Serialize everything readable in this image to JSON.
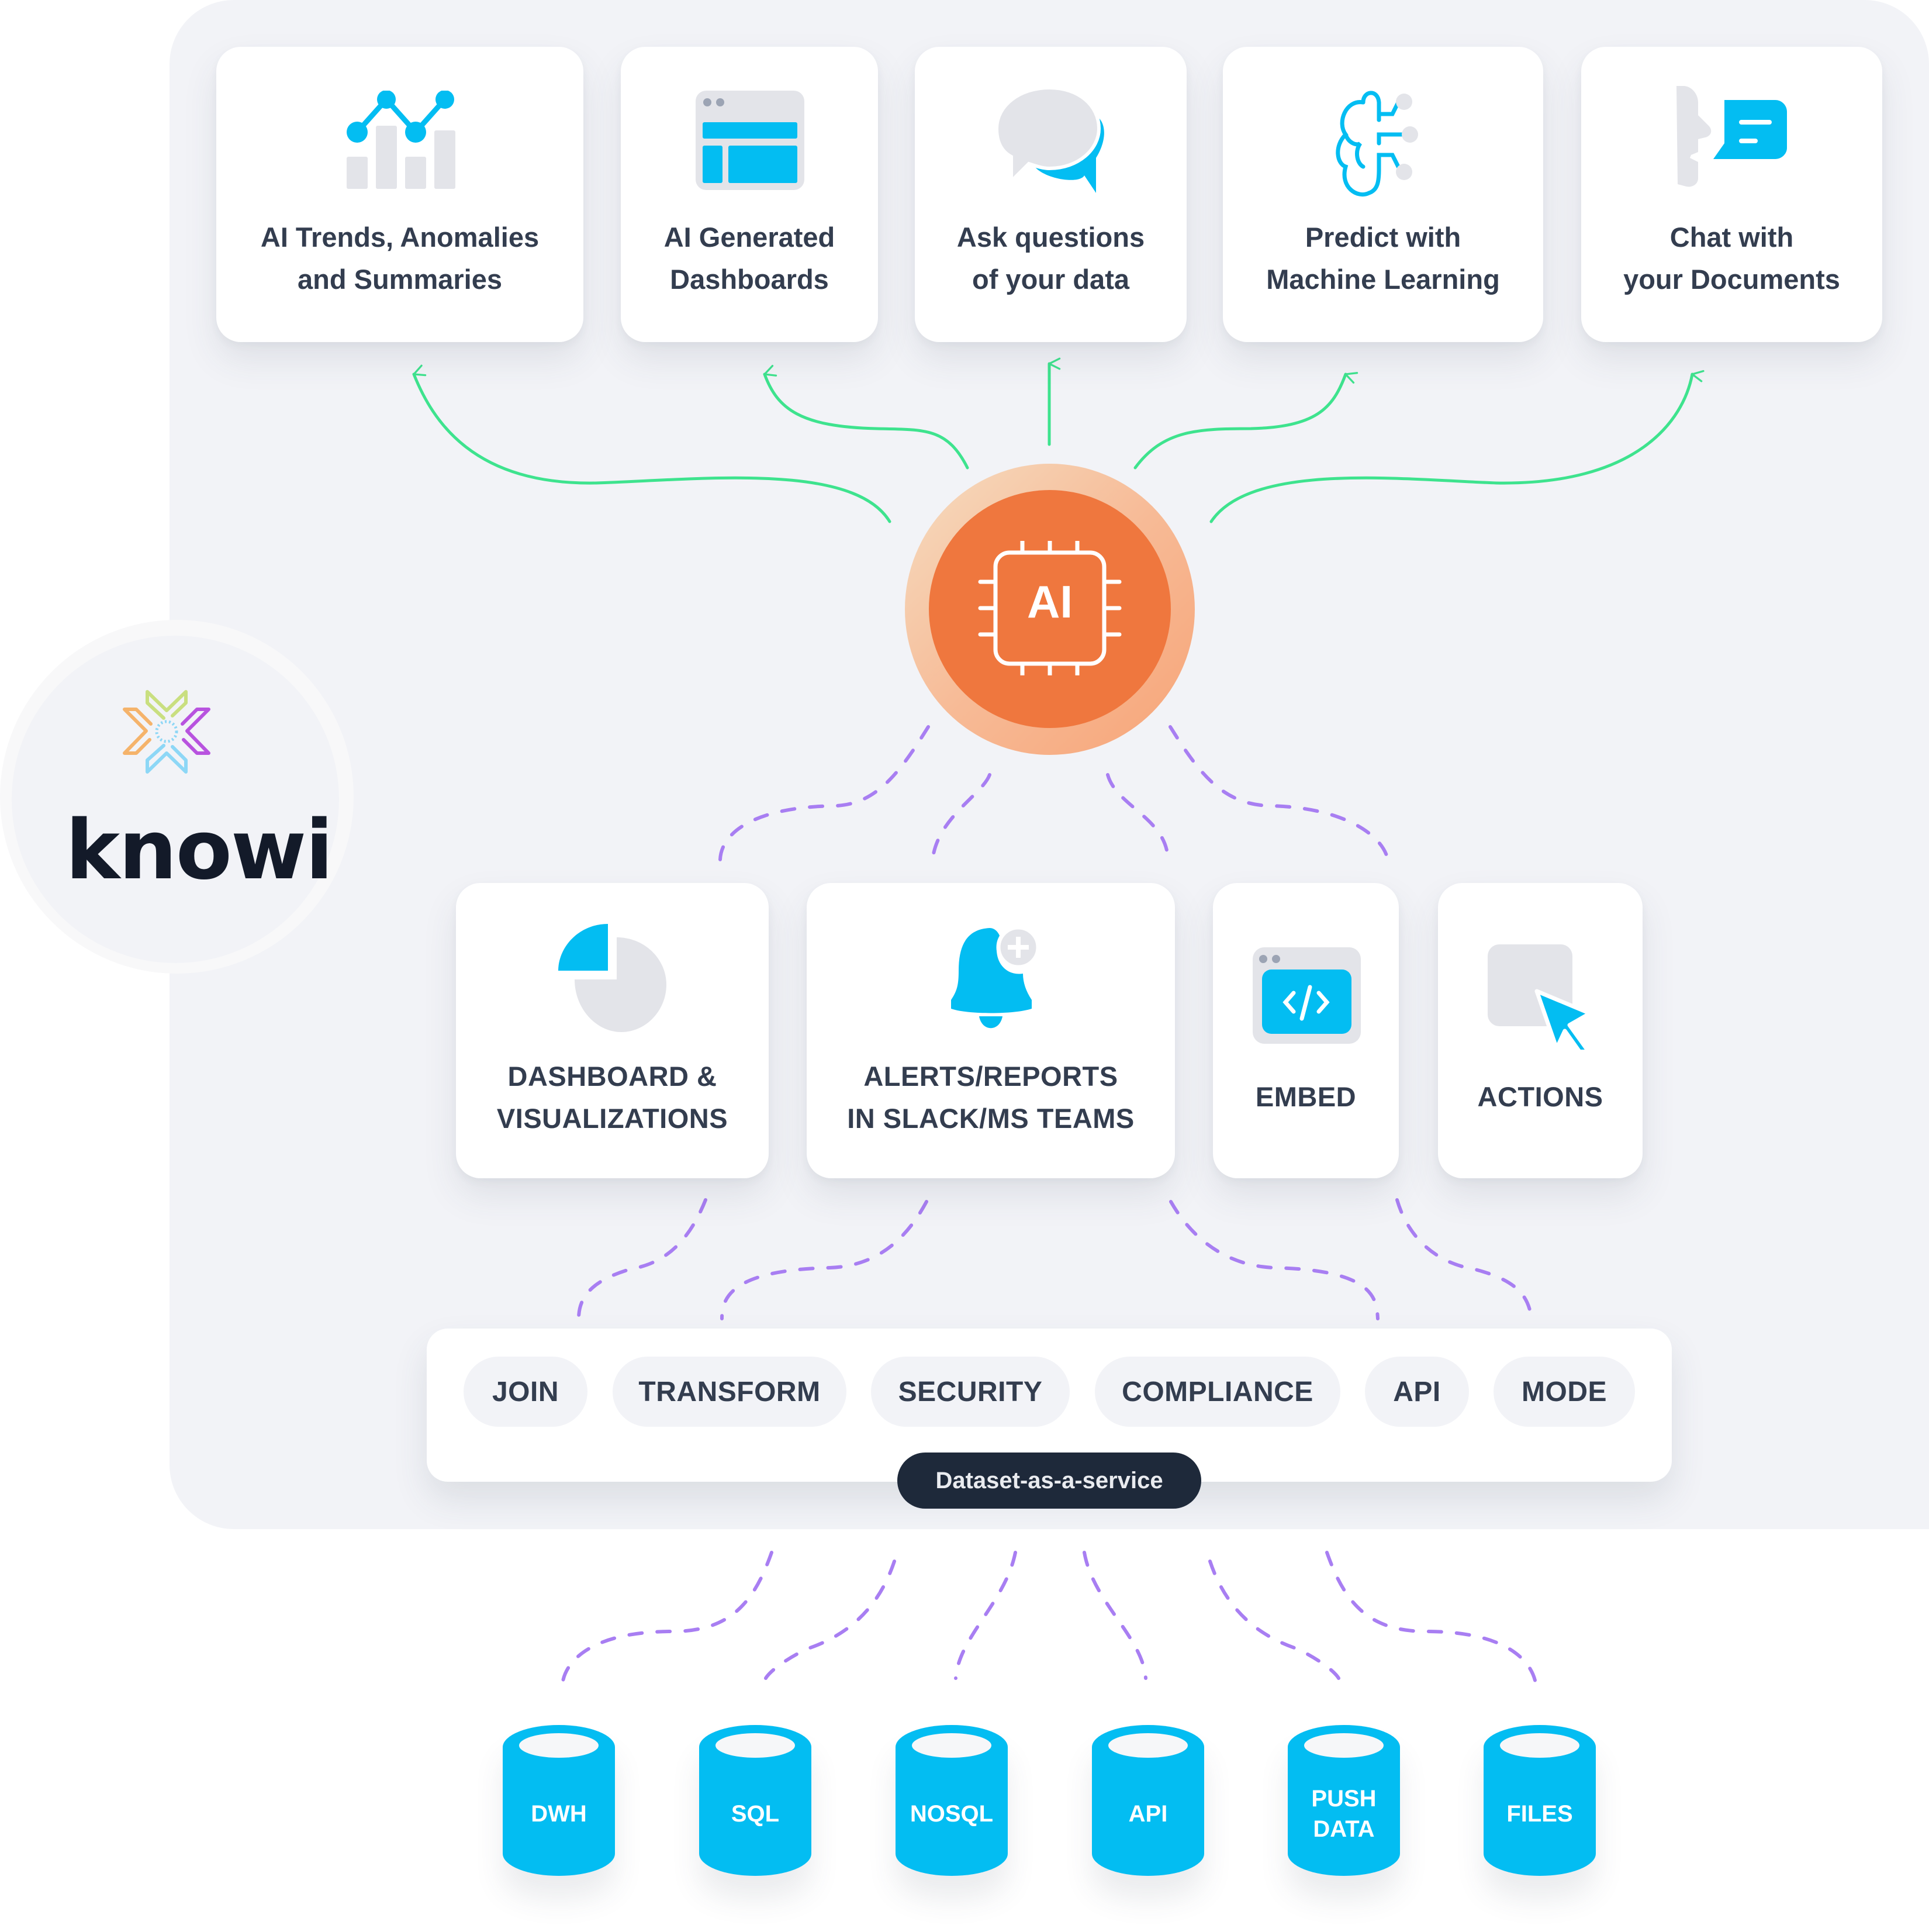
{
  "brand": {
    "name": "knowi",
    "logo_icon": "knowi-x-logo-icon"
  },
  "colors": {
    "panel_bg": "#f2f3f7",
    "card_bg": "#ffffff",
    "text_dark": "#333d4f",
    "accent_blue": "#03bdf2",
    "icon_gray": "#e3e4e9",
    "ai_orange": "#ef773e",
    "ai_halo": "#f7b58e",
    "arrow_green": "#3ee38e",
    "dash_purple": "#a87ef2",
    "pill_dark": "#1e293a"
  },
  "ai_hub": {
    "label": "AI",
    "icon": "ai-chip-icon"
  },
  "top_features": [
    {
      "label_line1": "AI Trends, Anomalies",
      "label_line2": "and Summaries",
      "icon": "trend-chart-icon"
    },
    {
      "label_line1": "AI Generated",
      "label_line2": "Dashboards",
      "icon": "dashboard-layout-icon"
    },
    {
      "label_line1": "Ask questions",
      "label_line2": "of your data",
      "icon": "chat-bubbles-icon"
    },
    {
      "label_line1": "Predict with",
      "label_line2": "Machine Learning",
      "icon": "brain-network-icon"
    },
    {
      "label_line1": "Chat with",
      "label_line2": "your Documents",
      "icon": "speaking-head-icon"
    }
  ],
  "mid_features": [
    {
      "label_line1": "DASHBOARD &",
      "label_line2": "VISUALIZATIONS",
      "icon": "pie-chart-icon"
    },
    {
      "label_line1": "ALERTS/REPORTS",
      "label_line2": "IN SLACK/MS TEAMS",
      "icon": "bell-plus-icon"
    },
    {
      "label_line1": "EMBED",
      "label_line2": "",
      "icon": "code-window-icon"
    },
    {
      "label_line1": "ACTIONS",
      "label_line2": "",
      "icon": "cursor-click-icon"
    }
  ],
  "service_layer": {
    "chips": [
      "JOIN",
      "TRANSFORM",
      "SECURITY",
      "COMPLIANCE",
      "API",
      "MODE"
    ],
    "badge": "Dataset-as-a-service"
  },
  "data_sources": [
    {
      "label": "DWH"
    },
    {
      "label": "SQL"
    },
    {
      "label": "NOSQL"
    },
    {
      "label": "API"
    },
    {
      "label": "PUSH\nDATA"
    },
    {
      "label": "FILES"
    }
  ]
}
